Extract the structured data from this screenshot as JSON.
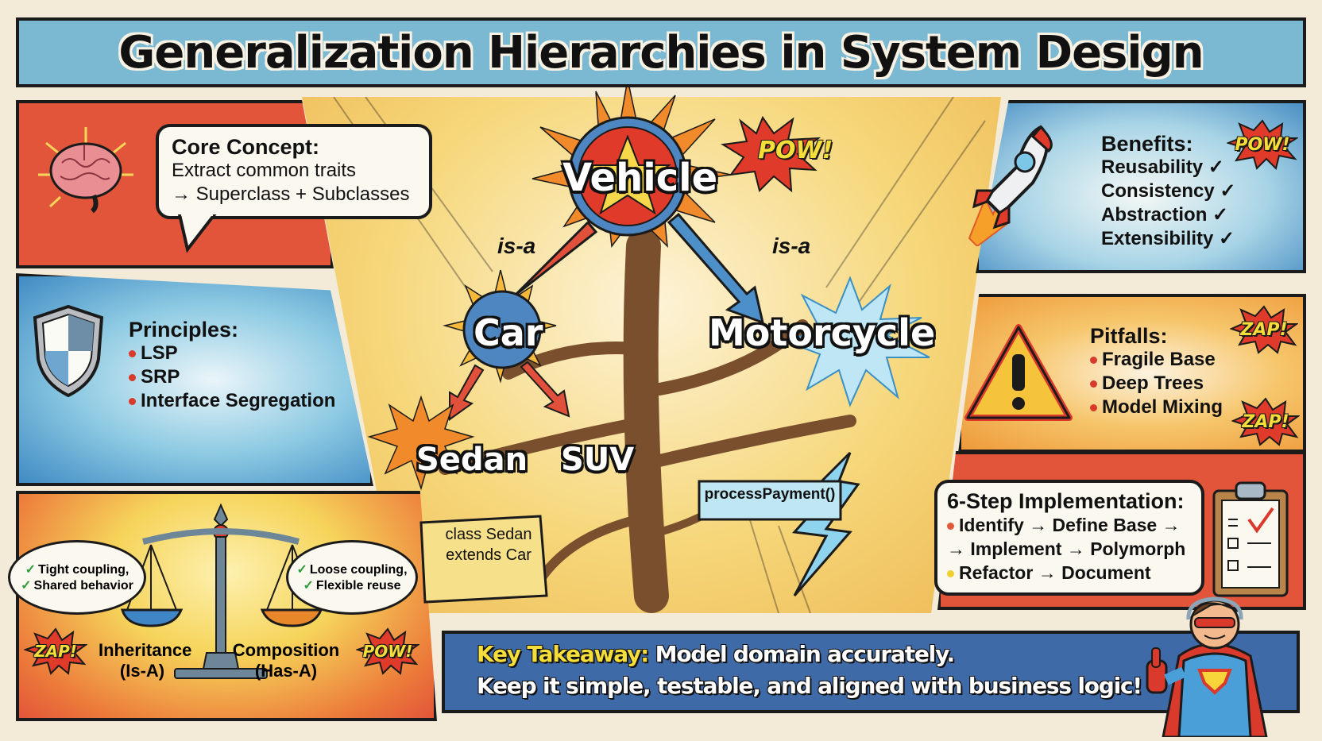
{
  "title": "Generalization Hierarchies in System Design",
  "core_concept": {
    "heading": "Core Concept:",
    "lines": [
      "Extract common traits",
      "→ Superclass + Subclasses"
    ],
    "icon": "brain-icon"
  },
  "principles": {
    "heading": "Principles:",
    "items": [
      "LSP",
      "SRP",
      "Interface Segregation"
    ],
    "icon": "shield-icon"
  },
  "comparison": {
    "left": {
      "label": "Inheritance",
      "sub": "(Is-A)",
      "points": [
        "Tight coupling,",
        "Shared behavior"
      ],
      "pan_color": "#3f86c6"
    },
    "right": {
      "label": "Composition",
      "sub": "(Has-A)",
      "points": [
        "Loose coupling,",
        "Flexible reuse"
      ],
      "pan_color": "#e8862a"
    },
    "sfx_left": "ZAP!",
    "sfx_right": "POW!",
    "icon": "scales-icon"
  },
  "hierarchy": {
    "root": "Vehicle",
    "relation_left": "is-a",
    "relation_right": "is-a",
    "children": [
      "Car",
      "Motorcycle"
    ],
    "grandchildren": [
      "Sedan",
      "SUV"
    ],
    "code_note": [
      "class Sedan",
      "extends Car"
    ],
    "method_note": "processPayment()",
    "sfx": "POW!"
  },
  "benefits": {
    "heading": "Benefits:",
    "items": [
      "Reusability",
      "Consistency",
      "Abstraction",
      "Extensibility"
    ],
    "check": "✓",
    "sfx": "POW!",
    "icon": "rocket-icon"
  },
  "pitfalls": {
    "heading": "Pitfalls:",
    "items": [
      "Fragile Base",
      "Deep Trees",
      "Model Mixing"
    ],
    "sfx_top": "ZAP!",
    "sfx_bottom": "ZAP!",
    "icon": "warning-icon"
  },
  "implementation": {
    "heading": "6-Step Implementation:",
    "lines": [
      "Identify → Define Base →",
      "→ Implement → Polymorph",
      "Refactor → Document"
    ],
    "icon": "clipboard-icon"
  },
  "takeaway": {
    "label": "Key Takeaway:",
    "line1": "Model domain accurately.",
    "line2": "Keep it simple, testable, and aligned with business logic!",
    "icon": "superhero-icon"
  },
  "colors": {
    "title_bg": "#7bb8d2",
    "red_panel": "#e2553a",
    "blue_panel": "#5aa6d2",
    "orange_panel": "#f0a23c",
    "yellow_bg": "#f6d77a",
    "takeaway_bg": "#3f6aa8",
    "takeaway_label": "#f6de3a"
  }
}
